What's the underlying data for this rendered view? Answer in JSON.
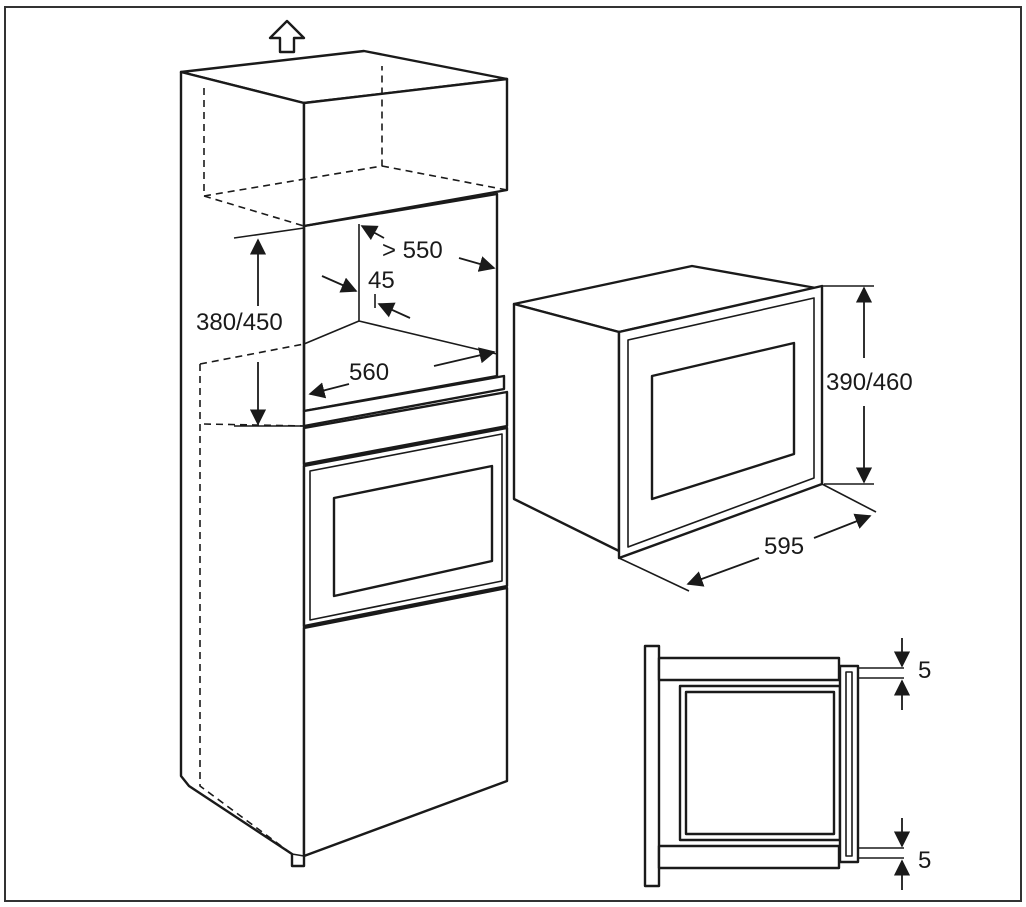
{
  "dimensions": {
    "niche_height": "380/450",
    "niche_depth_min": "> 550",
    "rear_gap": "45",
    "niche_width": "560",
    "appliance_height": "390/460",
    "appliance_width": "595",
    "top_gap": "5",
    "bottom_gap": "5"
  },
  "icons": {
    "vent": "upward-arrow-icon"
  }
}
